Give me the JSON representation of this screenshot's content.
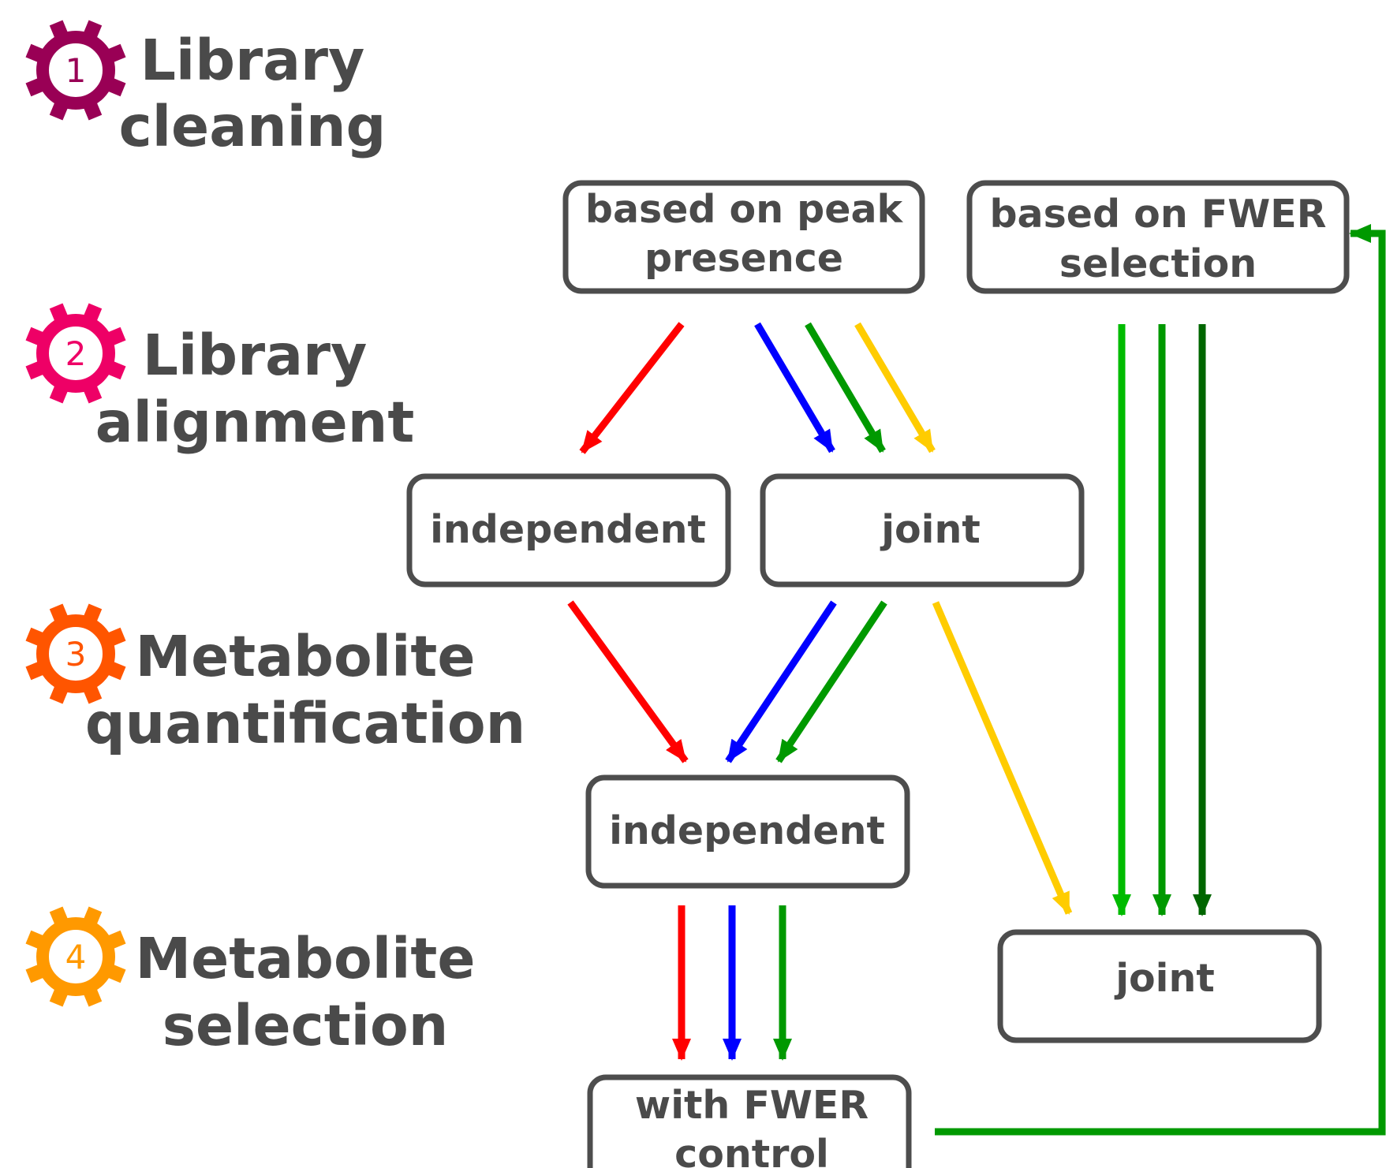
{
  "stages": [
    {
      "number": "1",
      "lines": [
        "Library",
        "cleaning"
      ],
      "color": "#990055"
    },
    {
      "number": "2",
      "lines": [
        "Library",
        "alignment"
      ],
      "color": "#ee0066"
    },
    {
      "number": "3",
      "lines": [
        "Metabolite",
        "quantification"
      ],
      "color": "#ff5500"
    },
    {
      "number": "4",
      "lines": [
        "Metabolite",
        "selection"
      ],
      "color": "#ff9900"
    }
  ],
  "nodes": {
    "cleaning_peak": [
      "based on peak",
      "presence"
    ],
    "cleaning_fwer": [
      "based on FWER",
      "selection"
    ],
    "align_independent": [
      "independent"
    ],
    "align_joint": [
      "joint"
    ],
    "quant_independent": [
      "independent"
    ],
    "quant_joint": [
      "joint"
    ],
    "select_fwer": [
      "with FWER",
      "control"
    ]
  },
  "colors": {
    "red": "#ff0000",
    "blue": "#0000ff",
    "green": "#009900",
    "yellow": "#ffcc00",
    "light_green": "#00bb00",
    "dark_green": "#006600",
    "box_stroke": "#4d4d4d",
    "text": "#4a4a4a"
  }
}
